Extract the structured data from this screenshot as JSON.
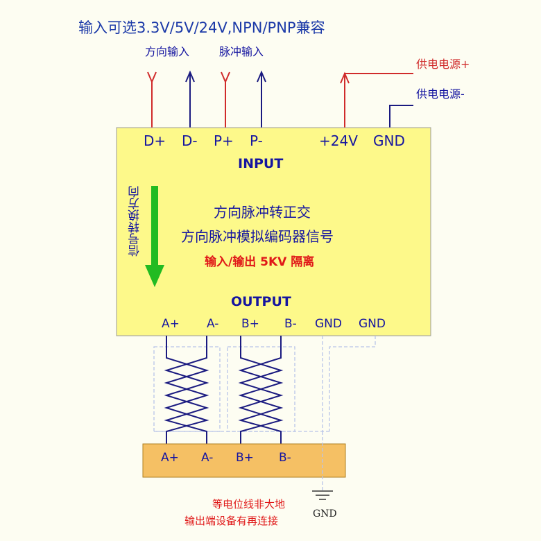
{
  "header": {
    "title": "输入可选3.3V/5V/24V,NPN/PNP兼容"
  },
  "inputs": {
    "direction_label": "方向输入",
    "pulse_label": "脉冲输入",
    "power_plus_label": "供电电源+",
    "power_minus_label": "供电电源-"
  },
  "module": {
    "pins_top": [
      "D+",
      "D-",
      "P+",
      "P-",
      "+24V",
      "GND"
    ],
    "input_label": "INPUT",
    "side_label": "信号转换方向",
    "title_line1": "方向脉冲转正交",
    "title_line2": "方向脉冲模拟编码器信号",
    "isolation": "输入/输出 5KV 隔离",
    "output_label": "OUTPUT",
    "pins_bottom": [
      "A+",
      "A-",
      "B+",
      "B-",
      "GND",
      "GND"
    ]
  },
  "terminal": {
    "pins": [
      "A+",
      "A-",
      "B+",
      "B-"
    ]
  },
  "ground": {
    "label": "GND",
    "note_line1": "等电位线非大地",
    "note_line2": "输出端设备有再连接"
  },
  "colors": {
    "module_fill": "#fdf98a",
    "terminal_fill": "#f5c064",
    "positive_wire": "#d02b2b",
    "negative_wire": "#1a1a80",
    "arrow": "#22bb22",
    "title_text": "#1c3aa8",
    "label_blue": "#1515a0",
    "accent_red": "#e01818",
    "dashed_line": "#b8c4e8"
  }
}
